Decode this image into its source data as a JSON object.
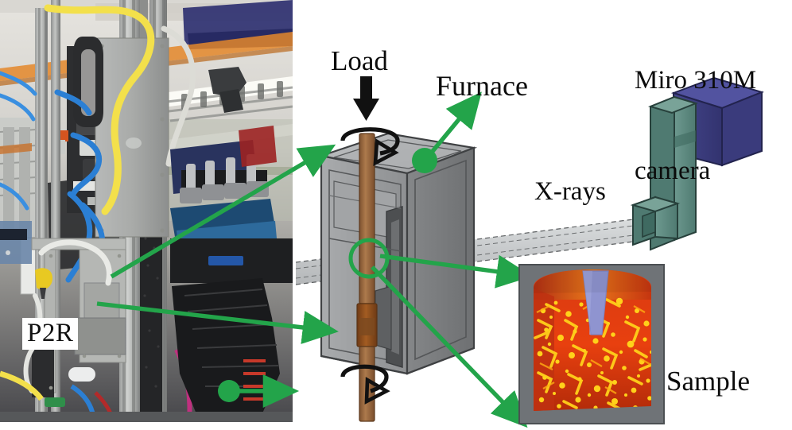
{
  "figure": {
    "type": "experimental-setup-schematic",
    "caption_labels": [
      "P2R",
      "Load",
      "Furnace",
      "X-rays",
      "Miro 310M camera",
      "Sample"
    ]
  },
  "photo": {
    "name": "p2r-load-frame-photograph",
    "overlay_label": "P2R",
    "description": "Beamline load frame rig photograph"
  },
  "diagram": {
    "load_label": "Load",
    "furnace_label": "Furnace",
    "xrays_label": "X-rays",
    "sample_label": "Sample",
    "camera_label_line1": "Miro 310M",
    "camera_label_line2": "camera"
  },
  "colors": {
    "annotation_green": "#23a44a",
    "furnace_gray_light": "#b4b6b8",
    "furnace_gray_mid": "#9a9c9e",
    "furnace_gray_dark": "#77797b",
    "rod_brown": "#9c6a41",
    "rod_brown_dark": "#8a4f24",
    "camera_blue": "#3c3d80",
    "camera_teal": "#5f8a81",
    "beam_gray": "#c9cccd",
    "sample_red": "#e02b12",
    "sample_yellow": "#ffd11a",
    "sample_notch_blue": "#8f94d0",
    "sample_bg": "#6f7377"
  }
}
